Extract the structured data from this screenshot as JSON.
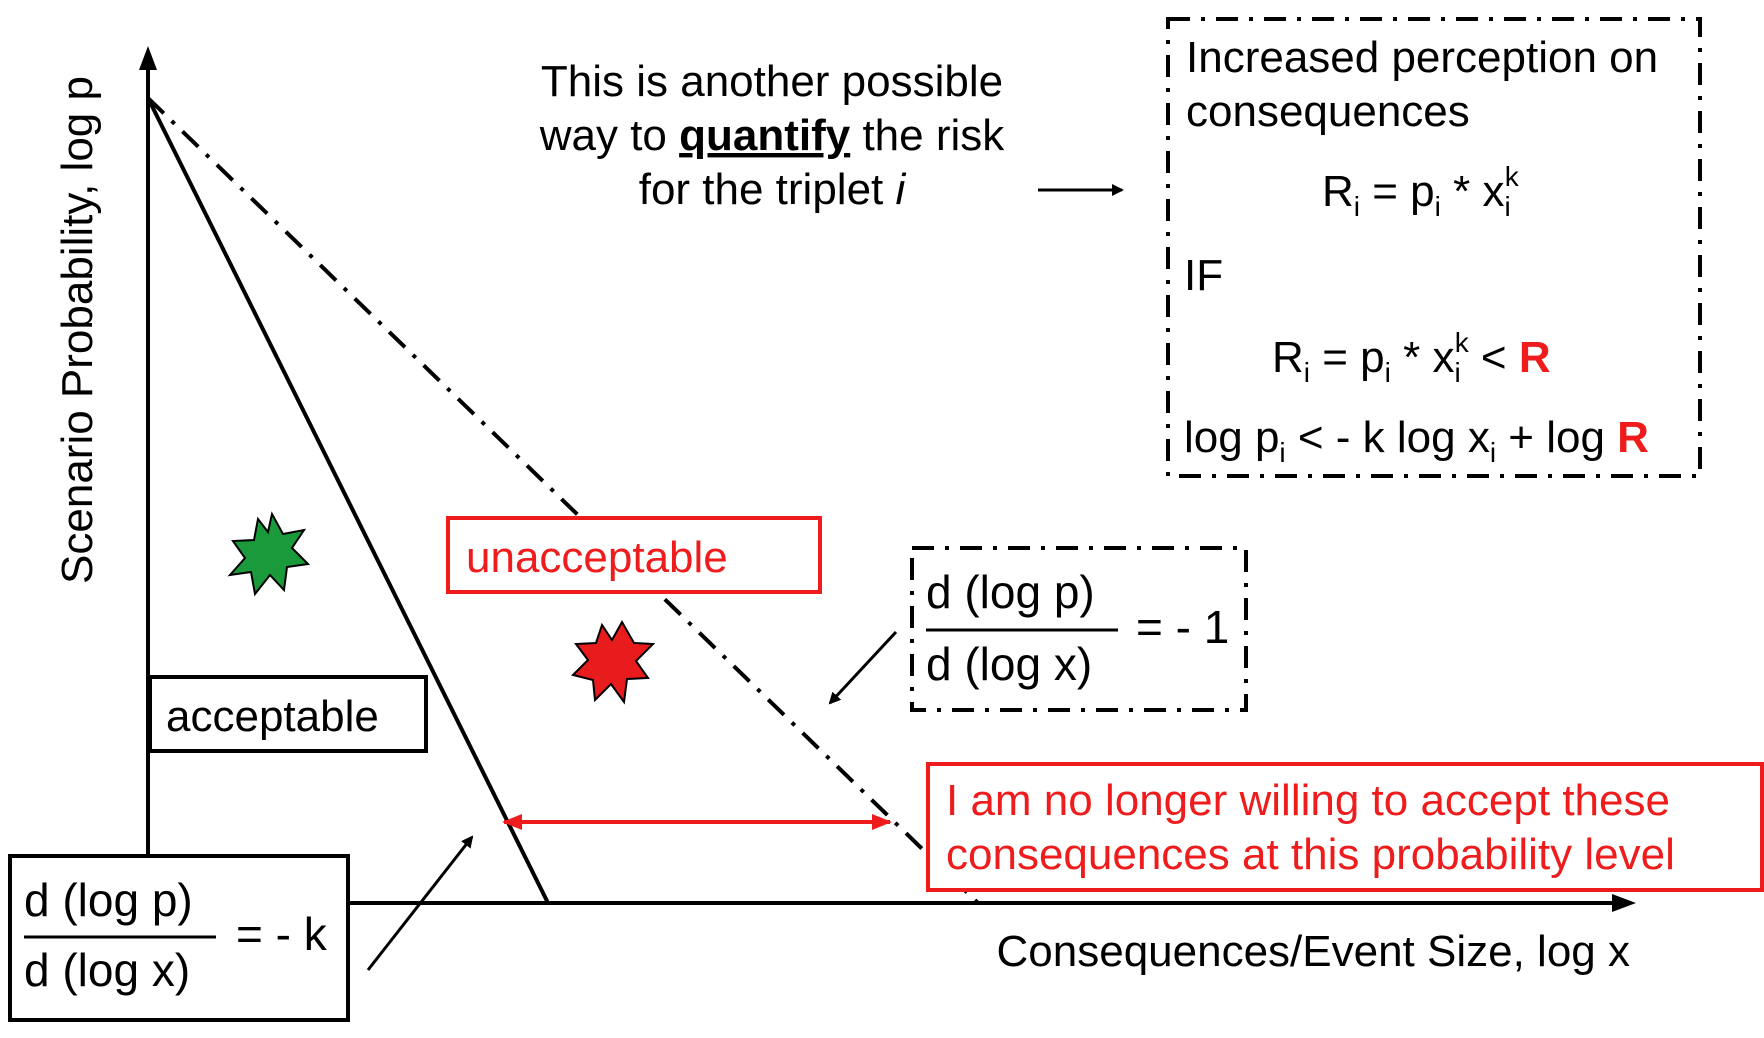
{
  "axes": {
    "y_label": "Scenario Probability, log p",
    "x_label": "Consequences/Event Size, log x"
  },
  "note": {
    "line1": "This is another possible",
    "line2_prefix": "way to ",
    "line2_emph": "quantify",
    "line2_suffix": " the risk",
    "line3_prefix": "for the triplet ",
    "line3_var": "i"
  },
  "formula_box": {
    "line1": "Increased perception on",
    "line2": "consequences",
    "eq1": {
      "R": "R",
      "i": "i",
      "eq": " = p",
      "star": " * x",
      "k": "k"
    },
    "if_label": "IF",
    "eq2": {
      "R": "R",
      "i": "i",
      "eq": " = p",
      "star": " * x",
      "k": "k",
      "lt": " < ",
      "Rbig": "R"
    },
    "eq3": {
      "a": "log p",
      "i": "i",
      "b": " < - k log x",
      "c": " + log ",
      "Rbig": "R"
    }
  },
  "regions": {
    "acceptable": "acceptable",
    "unacceptable": "unacceptable"
  },
  "slope_solid": {
    "num": "d (log p)",
    "den": "d (log x)",
    "rhs": "= - k"
  },
  "slope_dash": {
    "num": "d (log p)",
    "den": "d (log x)",
    "rhs": "= - 1"
  },
  "callout": {
    "line1": "I am no longer willing to accept these",
    "line2": "consequences at this probability level"
  },
  "colors": {
    "red": "#ee1c1c",
    "green_burst": "#1a9a3a",
    "red_burst": "#e81c1c",
    "ink": "#000000"
  }
}
